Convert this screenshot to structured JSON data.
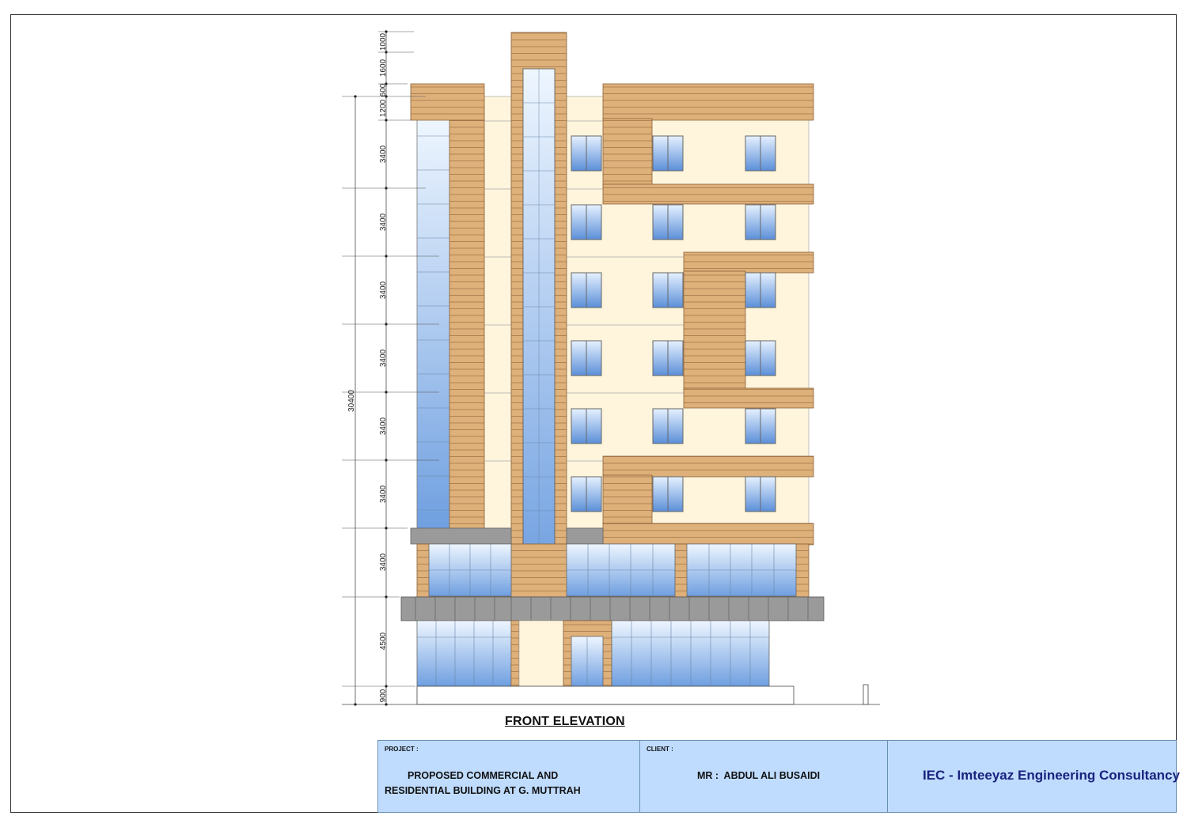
{
  "drawing": {
    "title": "FRONT ELEVATION",
    "overall_height": "30400",
    "level_dimensions": [
      "1000",
      "1600",
      "600",
      "1200",
      "3400",
      "3400",
      "3400",
      "3400",
      "3400",
      "3400",
      "3400",
      "4500",
      "900"
    ]
  },
  "title_block": {
    "project_label": "PROJECT :",
    "project_line1": "PROPOSED COMMERCIAL AND",
    "project_line2": "RESIDENTIAL BUILDING AT G. MUTTRAH",
    "client_label": "CLIENT :",
    "client_name": "MR :  ABDUL ALI BUSAIDI",
    "firm_name": "IEC - Imteeyaz Engineering Consultancy"
  },
  "colors": {
    "cladding": "#deb07a",
    "wall": "#fff5dc",
    "glass_top": "#eef6ff",
    "glass_bottom": "#6f9fe0",
    "slab": "#9a9a9a",
    "title_block": "#bfdcff",
    "firm_text": "#1a237e"
  }
}
